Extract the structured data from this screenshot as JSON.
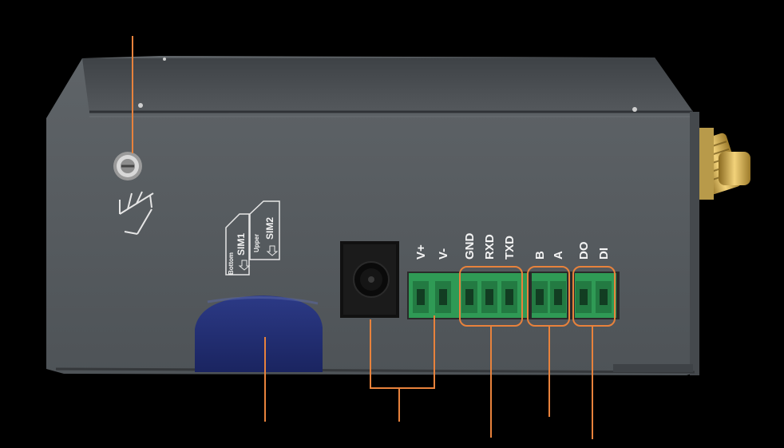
{
  "device": {
    "sim_tray": {
      "sim1": "SIM1",
      "bottom": "Bottom",
      "sim2": "SIM2",
      "upper": "Upper"
    },
    "terminal_labels": [
      "V+",
      "V-",
      "GND",
      "RXD",
      "TXD",
      "B",
      "A",
      "DO",
      "DI"
    ],
    "colors": {
      "background": "#000000",
      "housing": "#555a5e",
      "housing_top": "#474b4f",
      "terminal_block": "#2f9a55",
      "callout": "#e8823c",
      "sim_slot": "#1f2b6a",
      "antenna": "#c8a040"
    },
    "icons": {
      "ground_screw": "ground-screw-icon",
      "ground_symbol": "ground-symbol-icon",
      "arrow": "down-arrow-icon"
    }
  }
}
